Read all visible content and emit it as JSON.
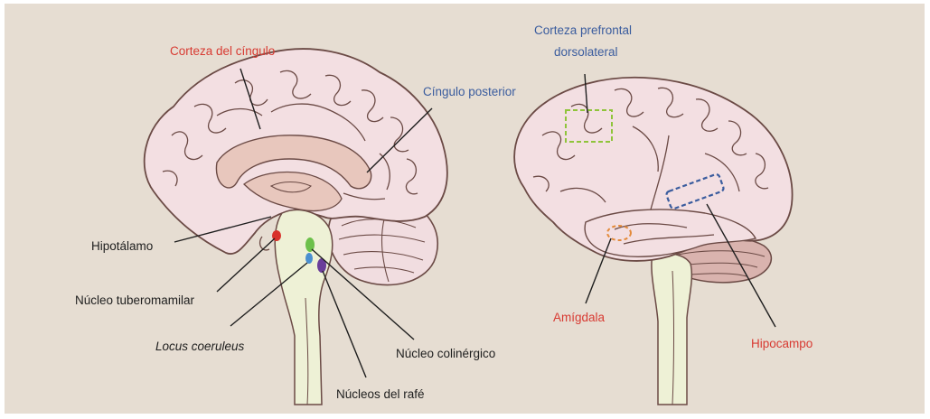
{
  "colors": {
    "background": "#e6ddd2",
    "brain_fill": "#f3dfe2",
    "brain_stroke": "#6b4a45",
    "deep_fill": "#e8c7bd",
    "stem_fill": "#eef1d6",
    "cerebellum_fill": "#d9b3ae",
    "red_label": "#d83a32",
    "blue_label": "#3a5c9e",
    "green_region": "#8fc43a",
    "blue_region": "#3a5c9e",
    "orange_region": "#e38a3a",
    "dot_red": "#d8302a",
    "dot_green": "#6cc04a",
    "dot_blue": "#4a8fd0",
    "dot_purple": "#6a3d9a"
  },
  "labels": {
    "cingulate_cortex": "Corteza del cíngulo",
    "posterior_cingulate": "Cíngulo posterior",
    "hypothalamus": "Hipotálamo",
    "tuberomammillary": "Núcleo tuberomamilar",
    "locus_coeruleus": "Locus coeruleus",
    "cholinergic": "Núcleo colinérgico",
    "raphe": "Núcleos del rafé",
    "prefrontal_line1": "Corteza prefrontal",
    "prefrontal_line2": "dorsolateral",
    "amygdala": "Amígdala",
    "hippocampus": "Hipocampo"
  }
}
